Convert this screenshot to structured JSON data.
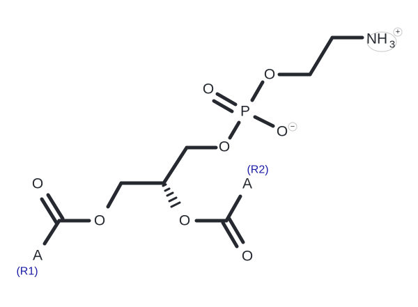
{
  "molecule": {
    "atoms": {
      "amine": "NH",
      "amine_sub": "3",
      "amine_charge": "+",
      "ester_o_top": "O",
      "phosphorus": "P",
      "phosphate_double_o": "O",
      "phosphate_neg_o": "O",
      "phosphate_neg_charge": "−",
      "phosphate_o_bottom": "O",
      "ester_o_left": "O",
      "carbonyl_o_left": "O",
      "a_left": "A",
      "ester_o_right": "O",
      "carbonyl_o_right": "O",
      "a_right": "A"
    },
    "r_groups": {
      "r1": "(R1)",
      "r2": "(R2)"
    },
    "colors": {
      "bond": "#262a30",
      "r_group": "#1a1aa6"
    }
  }
}
